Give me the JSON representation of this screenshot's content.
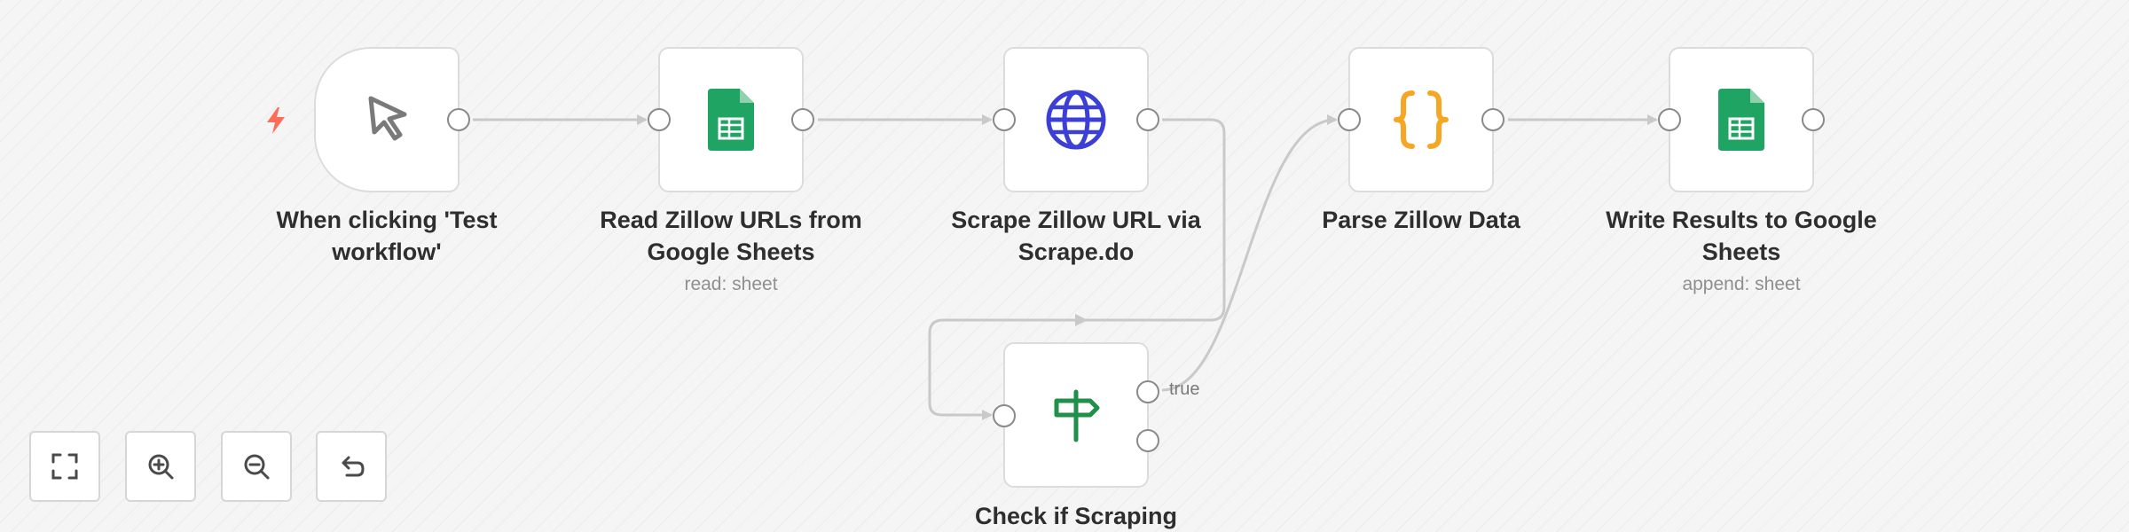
{
  "canvas": {
    "background": "#f5f5f5"
  },
  "nodes": {
    "manual_trigger": {
      "label_line1": "When clicking 'Test",
      "label_line2": "workflow'",
      "icon": "cursor-pointer-icon"
    },
    "read_sheets": {
      "label_line1": "Read Zillow URLs from",
      "label_line2": "Google Sheets",
      "subtitle": "read: sheet",
      "icon": "google-sheets-icon"
    },
    "scrape": {
      "label_line1": "Scrape Zillow URL via",
      "label_line2": "Scrape.do",
      "icon": "globe-icon"
    },
    "parse": {
      "label_line1": "Parse Zillow Data",
      "icon": "code-braces-icon"
    },
    "write_sheets": {
      "label_line1": "Write Results to Google",
      "label_line2": "Sheets",
      "subtitle": "append: sheet",
      "icon": "google-sheets-icon"
    },
    "check": {
      "label_line1": "Check if Scraping",
      "icon": "signpost-icon",
      "true_output_label": "true"
    }
  },
  "colors": {
    "edge": "#c9c9c9",
    "port": "#8a8a8a",
    "trigger_bolt": "#ff6d5a",
    "sheets_green": "#1fa463",
    "globe_blue": "#3b3fd6",
    "code_orange": "#f5a623",
    "signpost_green": "#1f8f4a"
  },
  "controls": {
    "fit_view": "fit-view-icon",
    "zoom_in": "zoom-in-icon",
    "zoom_out": "zoom-out-icon",
    "reset": "undo-icon"
  }
}
